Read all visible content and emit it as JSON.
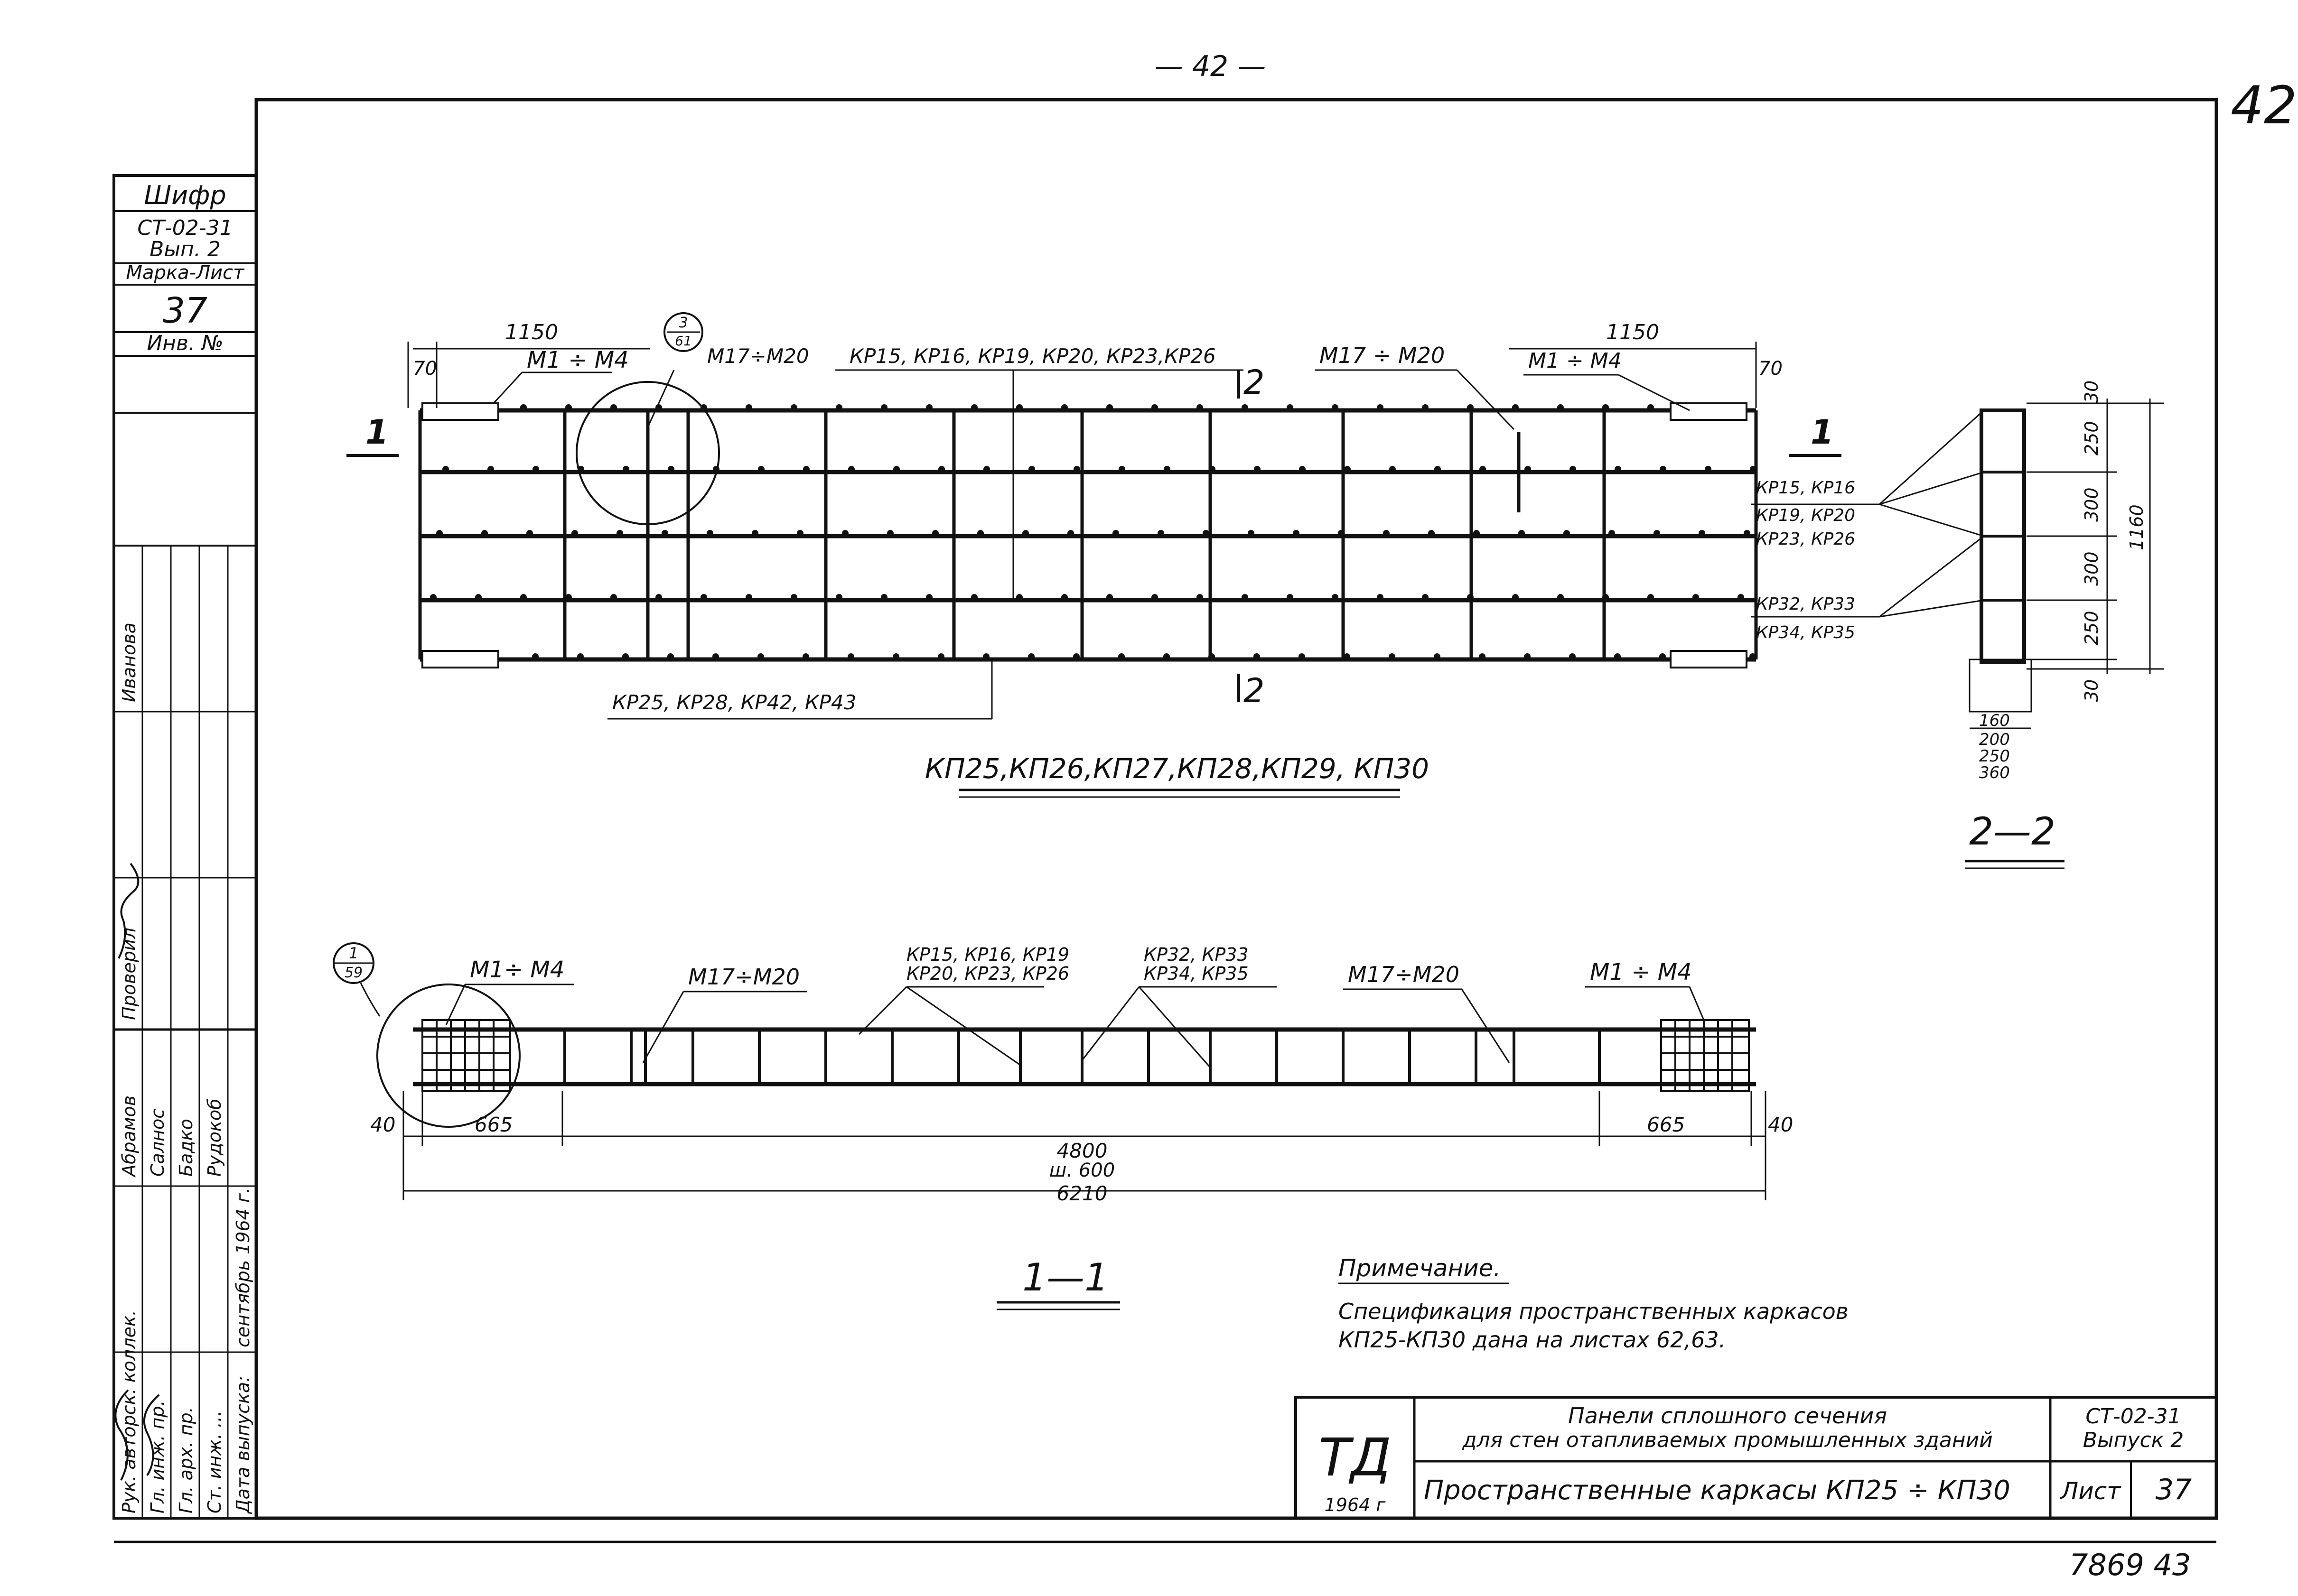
{
  "page": {
    "number_top": "— 42 —",
    "number_corner": "42",
    "archive_number": "7869 43"
  },
  "side_stamp": {
    "code_label": "Шифр",
    "code": "СТ-02-31",
    "issue": "Вып. 2",
    "mark_label": "Марка-Лист",
    "mark": "37",
    "inv_label": "Инв. №",
    "roles": [
      "Рук. авторск. коллек.",
      "Гл. инж. пр.",
      "Гл. арх. пр.",
      "Ст. инж. ...",
      "Дата выпуска:"
    ],
    "names": [
      "Иванова",
      "Проверил",
      "Абрамов",
      "Салнос",
      "Бадко",
      "Рудокоб",
      "сентябрь 1964 г."
    ]
  },
  "plan_view": {
    "caption": "КП25,КП26,КП27,КП28,КП29, КП30",
    "dim_1150_left": "1150",
    "dim_1150_right": "1150",
    "dim_70_left": "70",
    "dim_70_right": "70",
    "mesh_left": "М1 ÷ М4",
    "mesh_right": "М1 ÷ М4",
    "insert_left": "М17÷М20",
    "insert_right": "М17 ÷ М20",
    "frames_top": "КР15, КР16,  КР19, КР20, КР23,КР26",
    "frames_bottom": "КР25, КР28, КР42, КР43",
    "callout_top": "3",
    "callout_bottom": "61",
    "section_2": "2",
    "section_1": "1"
  },
  "section_22": {
    "caption": "2—2",
    "section_mark": "1",
    "dims_right": [
      "30",
      "250",
      "300",
      "300",
      "250",
      "30"
    ],
    "dim_total": "1160",
    "dims_bottom": [
      "160",
      "200",
      "250",
      "360"
    ],
    "labels": [
      "КР15, КР16",
      "КР19, КР20",
      "КР23, КР26",
      "КР32, КР33",
      "КР34, КР35"
    ]
  },
  "section_11": {
    "caption": "1—1",
    "callout_top": "1",
    "callout_bottom": "59",
    "mesh_left": "М1÷ М4",
    "mesh_right": "М1 ÷ М4",
    "insert_left": "М17÷М20",
    "insert_right": "М17÷М20",
    "frames_a_line1": "КР15, КР16, КР19",
    "frames_a_line2": "КР20, КР23, КР26",
    "frames_b_line1": "КР32, КР33",
    "frames_b_line2": "КР34, КР35",
    "dim_40_left": "40",
    "dim_665_left": "665",
    "dim_4800": "4800",
    "dim_step": "ш. 600",
    "dim_665_right": "665",
    "dim_40_right": "40",
    "dim_total": "6210"
  },
  "note": {
    "title": "Примечание.",
    "line1": "Спецификация пространственных каркасов",
    "line2": "КП25-КП30 дана на листах 62,63."
  },
  "title_block": {
    "logo": "ТД",
    "year": "1964 г",
    "title_line1": "Панели  сплошного  сечения",
    "title_line2": "для  стен  отапливаемых промышленных зданий",
    "drawing_title": "Пространственные  каркасы  КП25 ÷ КП30",
    "code_line1": "СТ-02-31",
    "code_line2": "Выпуск 2",
    "sheet_label": "Лист",
    "sheet_number": "37"
  }
}
